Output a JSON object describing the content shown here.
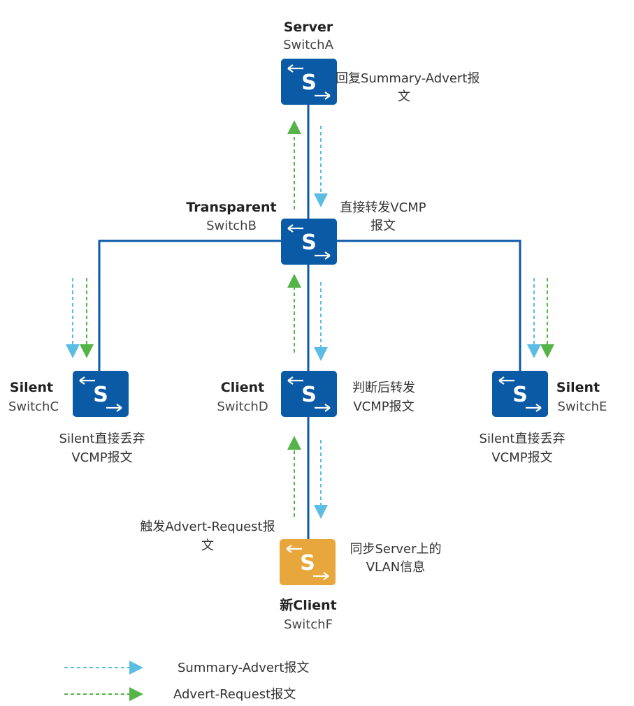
{
  "colors": {
    "switch_blue": "#0b5aa6",
    "switch_new": "#e8a73c",
    "link_line": "#0b5aa6",
    "summary_arrow": "#5bbde4",
    "request_arrow": "#55b447"
  },
  "icons": {
    "switch": "switch-icon"
  },
  "switches": {
    "a": {
      "role": "Server",
      "device": "SwitchA",
      "letter": "S"
    },
    "b": {
      "role": "Transparent",
      "device": "SwitchB",
      "letter": "S"
    },
    "c": {
      "role": "Silent",
      "device": "SwitchC",
      "letter": "S"
    },
    "d": {
      "role": "Client",
      "device": "SwitchD",
      "letter": "S"
    },
    "e": {
      "role": "Silent",
      "device": "SwitchE",
      "letter": "S"
    },
    "f": {
      "role": "新Client",
      "device": "SwitchF",
      "letter": "S"
    }
  },
  "notes": {
    "a": [
      "回复Summary-Advert报",
      "文"
    ],
    "b": [
      "直接转发VCMP",
      "报文"
    ],
    "c": [
      "Silent直接丢弃",
      "VCMP报文"
    ],
    "d": [
      "判断后转发",
      "VCMP报文"
    ],
    "e": [
      "Silent直接丢弃",
      "VCMP报文"
    ],
    "f": [
      "同步Server上的",
      "VLAN信息"
    ],
    "trigger": [
      "触发Advert-Request报",
      "文"
    ]
  },
  "legend": {
    "summary": "Summary-Advert报文",
    "request": "Advert-Request报文"
  }
}
